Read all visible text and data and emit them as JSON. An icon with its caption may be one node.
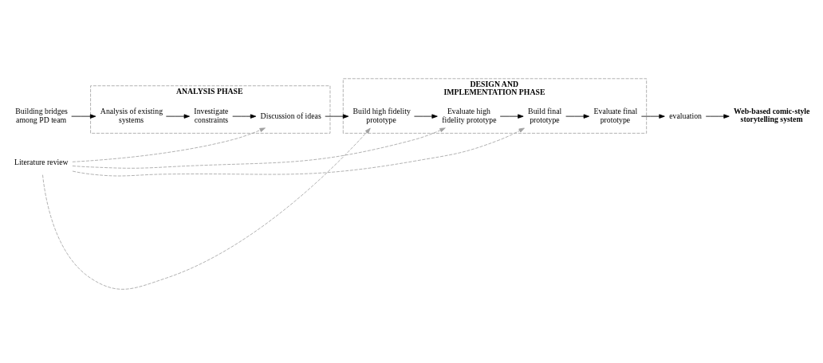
{
  "diagram": {
    "nodes": [
      {
        "text": [
          "Building bridges among PD team"
        ]
      },
      {
        "text": [
          "ANALYSIS PHASE"
        ]
      },
      {
        "text": [
          "Analysis of existing systems"
        ],
        "in": 1
      },
      {
        "text": [
          "Investigate constraints"
        ],
        "in": 1
      },
      {
        "text": [
          "Discussion of ideas"
        ],
        "in": 1
      },
      {
        "text": [
          "DESIGN AND IMPLEMENTATION PHASE"
        ]
      },
      {
        "text": [
          "Evaluate high fidelity prototype"
        ],
        "in": 5
      },
      {
        "text": [
          "Build final prototype"
        ],
        "in": 5
      },
      {
        "text": [
          "Build high fidelity prototype"
        ],
        "in": 5
      },
      {
        "text": [
          "Evaluate final prototype"
        ],
        "in": 5
      },
      {
        "text": [
          "evaluation"
        ]
      },
      {
        "text": [
          "Web-based comic-style storytelling system"
        ]
      },
      {
        "text": [
          "Literature review"
        ]
      }
    ],
    "edges": [
      {
        "from": 0,
        "to": 2,
        "arrow": "to"
      },
      {
        "from": 2,
        "to": 3,
        "arrow": "to"
      },
      {
        "from": 3,
        "to": 4,
        "arrow": "to"
      },
      {
        "from": 4,
        "to": 8,
        "arrow": "to"
      },
      {
        "from": 8,
        "to": 6,
        "arrow": "to"
      },
      {
        "from": 6,
        "to": 7,
        "arrow": "to"
      },
      {
        "from": 7,
        "to": 9,
        "arrow": "to"
      },
      {
        "from": 9,
        "to": 10,
        "arrow": "to"
      },
      {
        "from": 10,
        "to": 11,
        "arrow": "to"
      },
      {
        "from": 12,
        "to": 4,
        "arrow": "to",
        "style": "dashed",
        "color": "#a0a0a0"
      },
      {
        "from": 12,
        "to": 8,
        "arrow": "to",
        "style": "dashed",
        "color": "#a0a0a0"
      },
      {
        "from": 12,
        "to": 6,
        "arrow": "to",
        "style": "dashed",
        "color": "#a0a0a0"
      },
      {
        "from": 12,
        "to": 7,
        "arrow": "to",
        "style": "dashed",
        "color": "#a0a0a0"
      }
    ]
  }
}
